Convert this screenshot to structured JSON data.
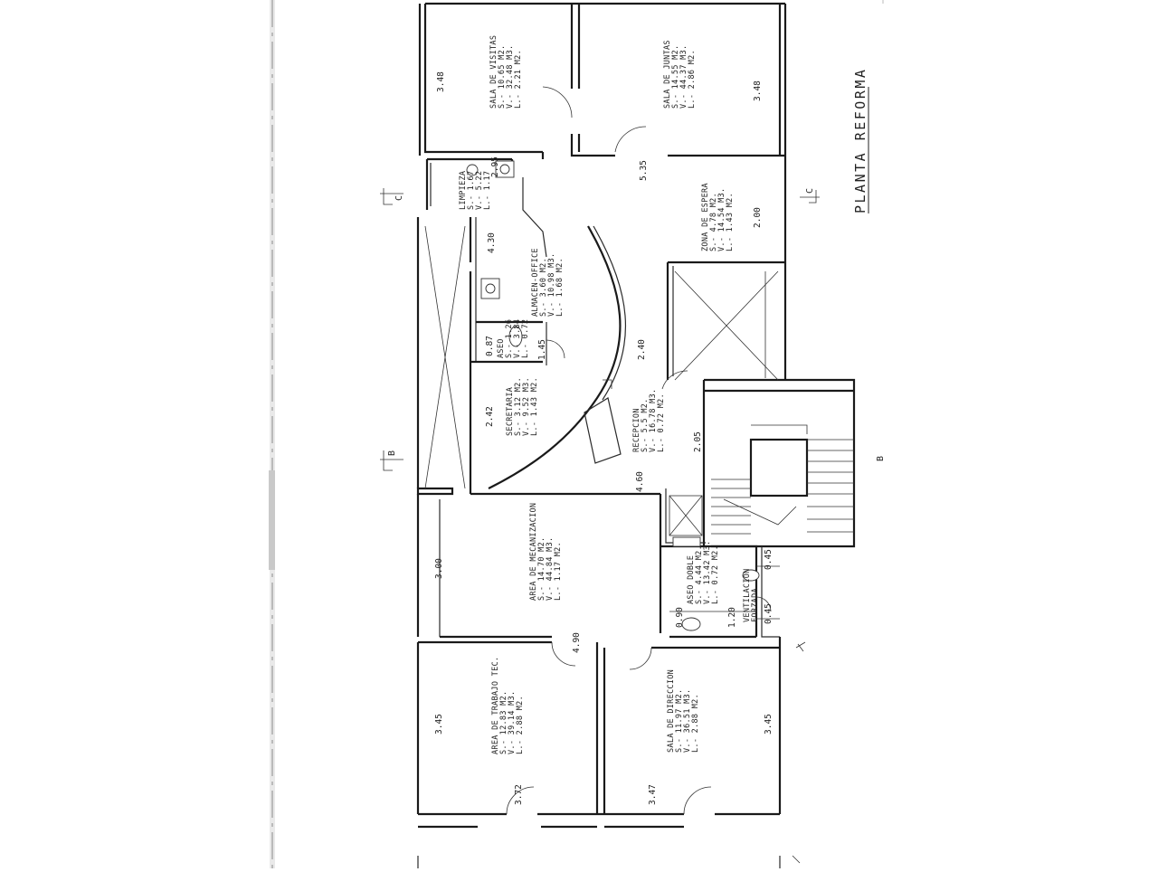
{
  "title": "PLANTA REFORMA",
  "section_markers": {
    "c_left": "C",
    "c_right": "C",
    "b_left": "B",
    "b_right": "B"
  },
  "rooms": {
    "sala_visitas": [
      "SALA DE VISITAS",
      "S.- 10.65 M2.",
      "V.- 32.48 M3.",
      "L.- 2.21 M2."
    ],
    "sala_juntas": [
      "SALA DE JUNTAS",
      "S.- 14.55 M2.",
      "V.- 44.37 M3.",
      "L.- 2.86 M2."
    ],
    "limpieza": [
      "LIMPIEZA",
      "S.- 1.67",
      "V.- 5.22",
      "L.- 1.17"
    ],
    "almacen": [
      "ALMACEN-OFFICE",
      "S.- 3.60 M2.",
      "V.- 10.98 M3.",
      "L.- 1.68 M2."
    ],
    "zona_espera": [
      "ZONA DE ESPERA",
      "S.- 4.78 M2.",
      "V.- 14.54 M3.",
      "L.- 1.43 M2."
    ],
    "aseo": [
      "ASEO",
      "S.- 1.26",
      "V.- 3.84",
      "L.- 0.72"
    ],
    "secretaria": [
      "SECRETARIA",
      "S.- 3.12 M2.",
      "V.- 9.52 M3.",
      "L.- 1.43 M2."
    ],
    "recepcion": [
      "RECEPCION",
      "S.- 5.5 M2.",
      "V.- 16.78 M3.",
      "L.- 0.72 M2."
    ],
    "mecanizacion": [
      "AREA DE MECANIZACION",
      "S.- 14.70 M2.",
      "V.- 44.84 M3.",
      "L.- 1.17 M2."
    ],
    "aseo_doble": [
      "ASEO DOBLE",
      "S.- 4.44 M2.",
      "V.- 13.42 M3.",
      "L.- 0.72 M2."
    ],
    "ventilacion": [
      "VENTILACION",
      "FORZADA"
    ],
    "trabajo_tec": [
      "AREA DE TRABAJO TEC.",
      "S.- 12.83 M2.",
      "V.- 39.14 M3.",
      "L.- 2.88 M2."
    ],
    "direccion": [
      "SALA DE DIRECCION",
      "S.- 11.97 M2.",
      "V.- 36.51 M3.",
      "L.- 2.88 M2."
    ]
  },
  "dimensions": {
    "d348a": "3.48",
    "d348b": "3.48",
    "d535": "5.35",
    "d295": "2.95",
    "d430": "4.30",
    "d200": "2.00",
    "d087": "0.87",
    "d145": "1.45",
    "d240": "2.40",
    "d242": "2.42",
    "d205": "2.05",
    "d460": "4.60",
    "d300": "3.00",
    "d490": "4.90",
    "d090": "0.90",
    "d120": "1.20",
    "d045a": "0.45",
    "d045b": "0.45",
    "d345a": "3.45",
    "d345b": "3.45",
    "d372": "3.72",
    "d347": "3.47"
  }
}
